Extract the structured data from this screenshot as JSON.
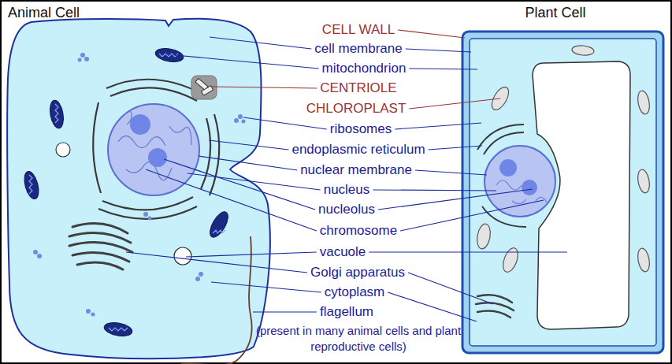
{
  "diagram": {
    "labels": [
      "Animal Cell",
      "Plant Cell",
      "CELL WALL",
      "cell membrane",
      "mitochondrion",
      "CENTRIOLE",
      "CHLOROPLAST",
      "ribosomes",
      "endoplasmic reticulum",
      "nuclear membrane",
      "nucleus",
      "nucleolus",
      "chromosome",
      "vacuole",
      "Golgi apparatus",
      "cytoplasm",
      "flagellum",
      "(present in many animal cells and plant reproductive cells)"
    ]
  }
}
